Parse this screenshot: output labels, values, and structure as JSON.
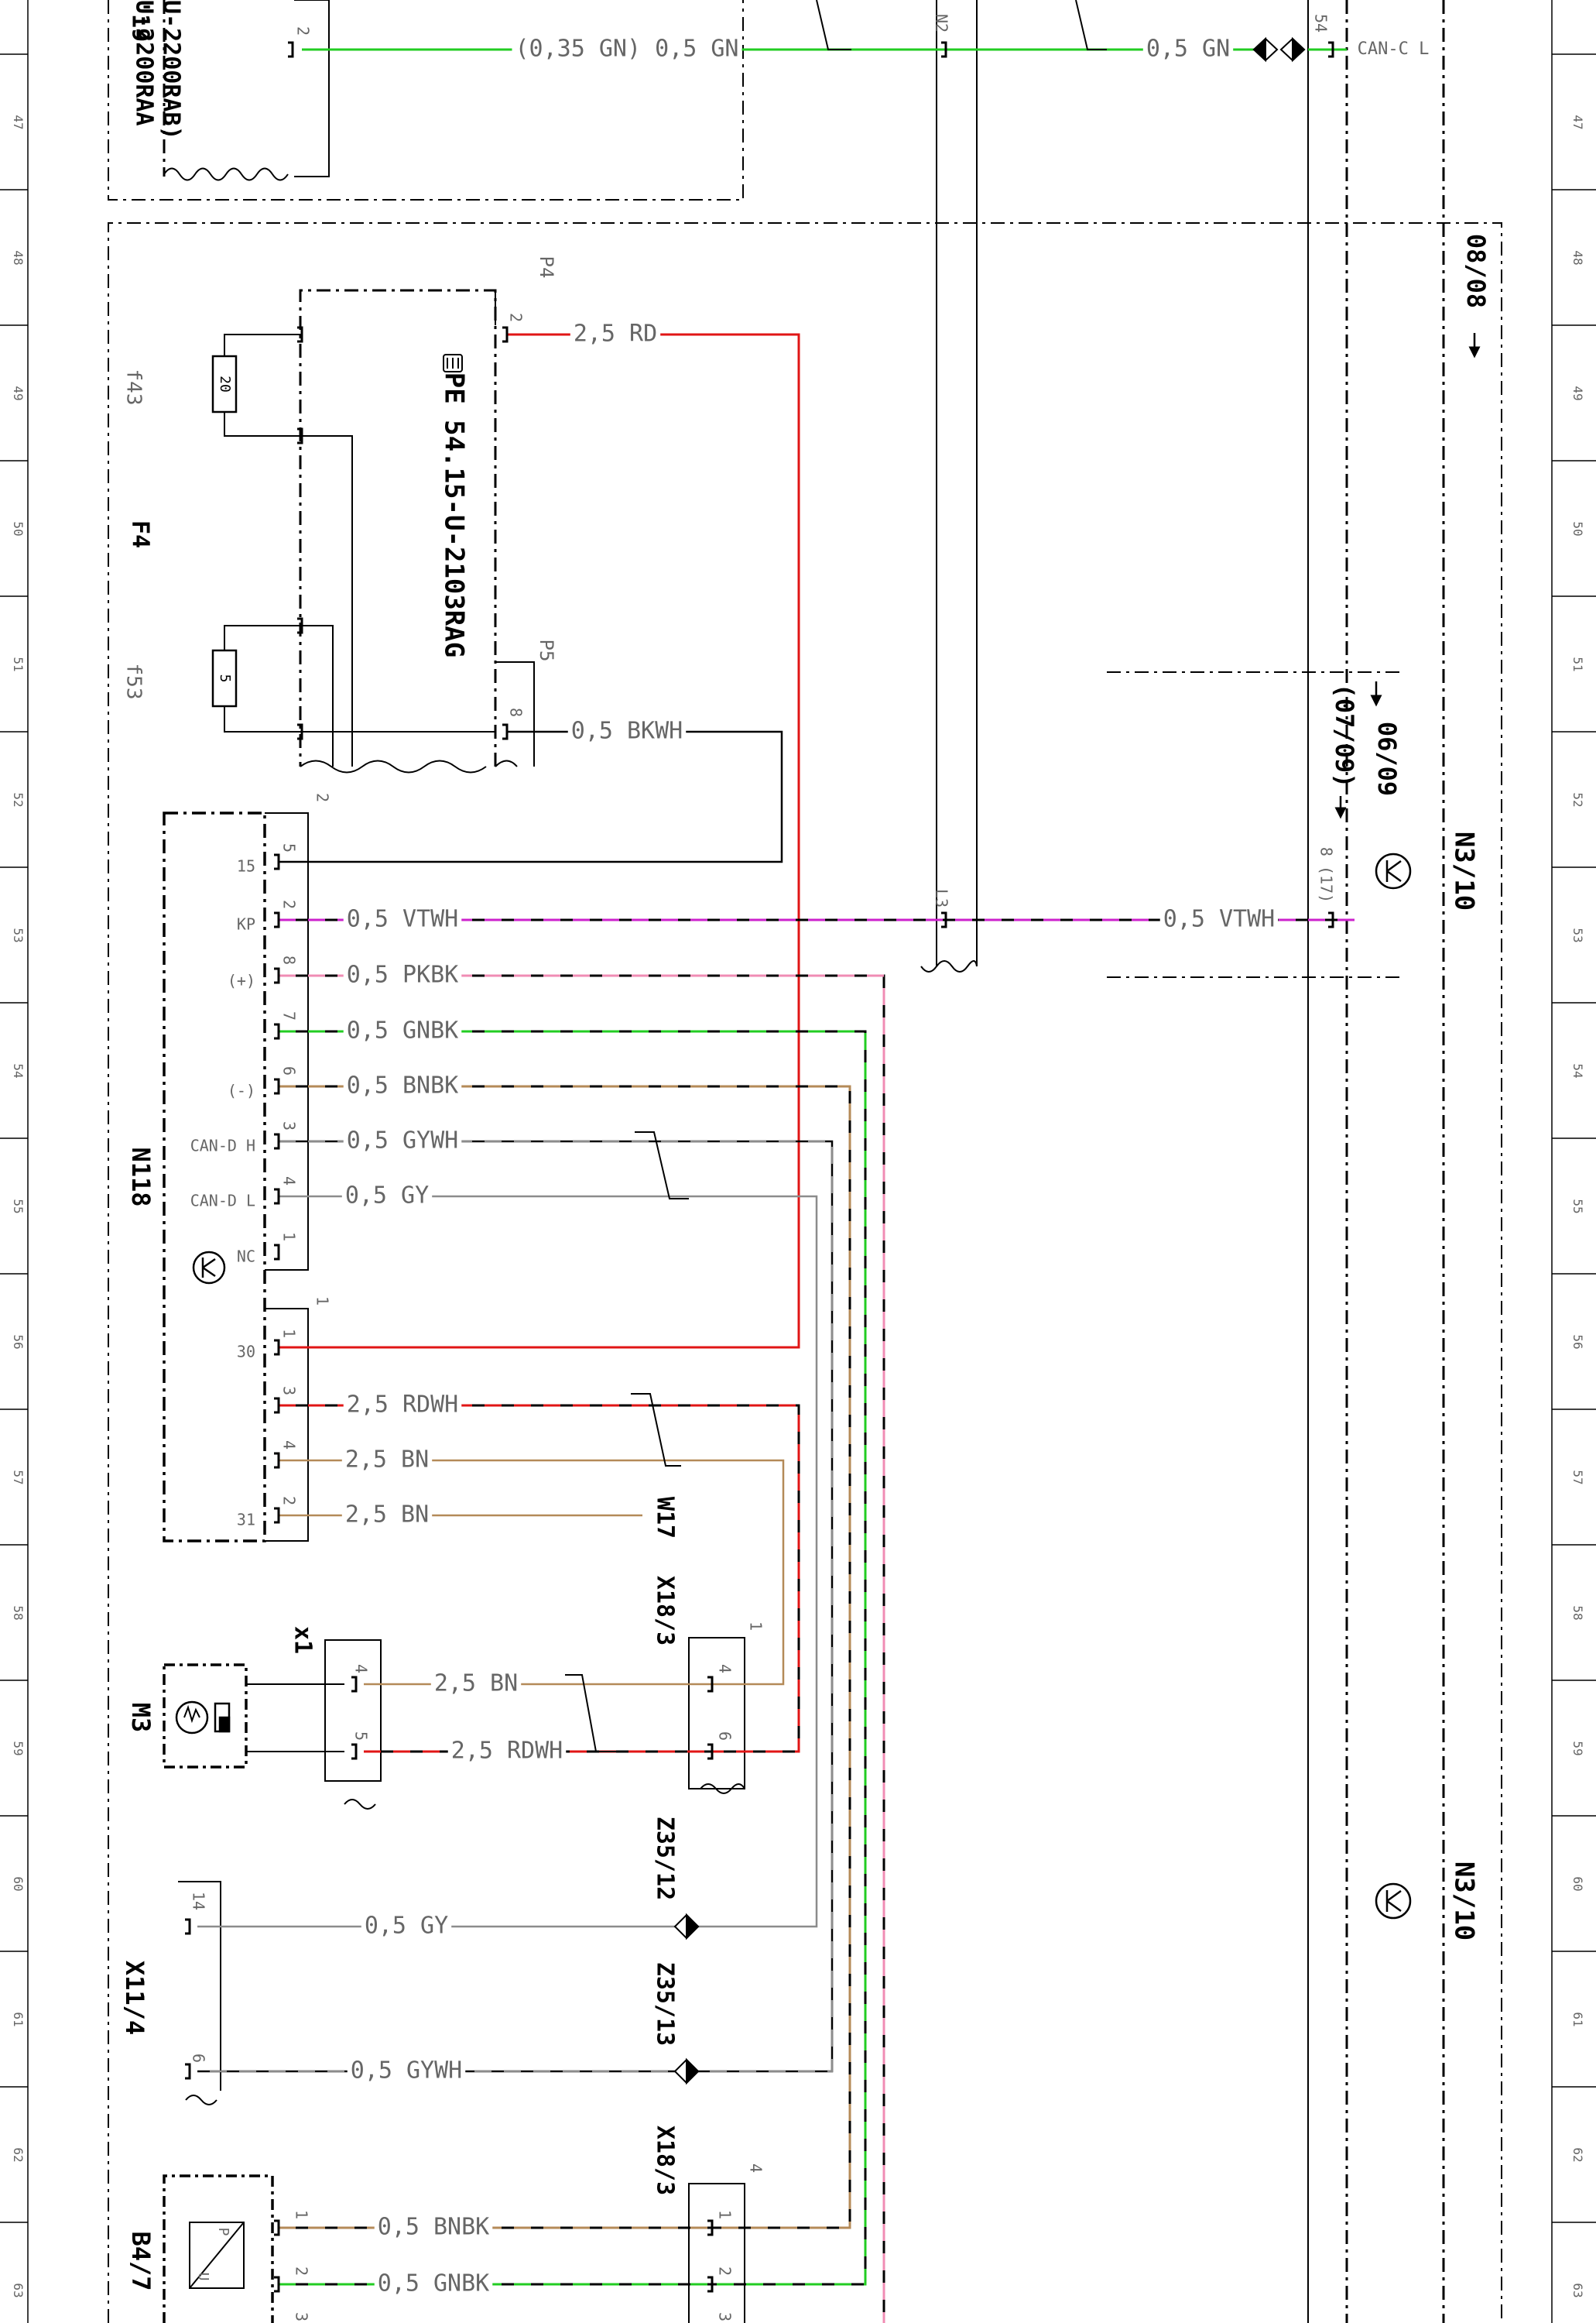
{
  "diagram": {
    "row_numbers": [
      "47",
      "48",
      "49",
      "50",
      "51",
      "52",
      "53",
      "54",
      "55",
      "56",
      "57",
      "58",
      "59",
      "60",
      "61",
      "62",
      "63"
    ],
    "components": {
      "top_partial_1": "U-2200RAA",
      "top_partial_2": "U-2200RAB)",
      "top_partial_3": "'19",
      "f4": "F4",
      "f43": "f43",
      "f53": "f53",
      "pe_ref": "PE 54.15-U-2103RAG",
      "p4": "P4",
      "p5": "P5",
      "n118": "N118",
      "m3": "M3",
      "x1": "x1",
      "x11_4": "X11/4",
      "b4_7": "B4/7",
      "w17": "W17",
      "x18_3_a": "X18/3",
      "x18_3_b": "X18/3",
      "z35_12": "Z35/12",
      "z35_13": "Z35/13",
      "n2": "N2",
      "l3": "L3",
      "n3_10_a": "N3/10",
      "n3_10_b": "N3/10",
      "ref_08": "08/08",
      "ref_06": "06/09",
      "ref_07": "(07/09)",
      "res_20": "20",
      "res_5": "5"
    },
    "pins": {
      "top_2": "2",
      "n2_2": "2",
      "n3_54": "54",
      "p4_2": "2",
      "p5_8": "8",
      "n118_blk1_2": "2",
      "n118_5": "5",
      "n118_2": "2",
      "n118_8": "8",
      "n118_7": "7",
      "n118_6": "6",
      "n118_3": "3",
      "n118_4": "4",
      "n118_1": "1",
      "n118_blk2_1": "1",
      "n118_b1": "1",
      "n118_b3": "3",
      "n118_b4": "4",
      "n118_b2": "2",
      "n3_8": "8 (17)",
      "x1_4": "4",
      "x1_5": "5",
      "x18_1": "1",
      "x18_4": "4",
      "x18_6": "6",
      "x11_14": "14",
      "x11_6": "6",
      "x18b_4": "4",
      "x18b_1": "1",
      "x18b_2": "2",
      "x18b_3": "3",
      "b47_1": "1",
      "b47_2": "2",
      "b47_3": "3"
    },
    "terminals": {
      "t15": "15",
      "kp": "KP",
      "plus": "(+)",
      "minus": "(-)",
      "can_h": "CAN-D H",
      "can_l": "CAN-D L",
      "nc": "NC",
      "t30": "30",
      "t31": "31",
      "can_c_l": "CAN-C L",
      "p_label": "P",
      "u_label": "U"
    },
    "wires": {
      "top_gn_1": "(0,35 GN) 0,5 GN",
      "top_gn_2": "0,5 GN",
      "rd_25": "2,5 RD",
      "bkwh": "0,5 BKWH",
      "vtwh_1": "0,5 VTWH",
      "vtwh_2": "0,5 VTWH",
      "pkbk": "0,5 PKBK",
      "gnbk": "0,5 GNBK",
      "bnbk": "0,5 BNBK",
      "gywh": "0,5 GYWH",
      "gy": "0,5 GY",
      "rdwh_1": "2,5 RDWH",
      "bn_1": "2,5 BN",
      "bn_2": "2,5 BN",
      "bn_3": "2,5 BN",
      "rdwh_2": "2,5 RDWH",
      "gy_2": "0,5 GY",
      "gywh_2": "0,5 GYWH",
      "bnbk_2": "0,5 BNBK",
      "gnbk_2": "0,5 GNBK"
    },
    "colors": {
      "green": "#22cc22",
      "red": "#e01515",
      "magenta": "#cc22cc",
      "pink": "#f08cb4",
      "brown": "#b48a58",
      "gray": "#8c8c8c",
      "black": "#000000",
      "label": "#666666"
    }
  }
}
